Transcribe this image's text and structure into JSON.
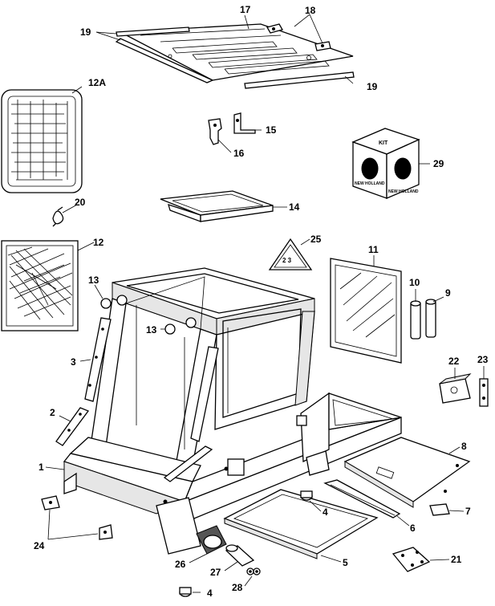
{
  "callouts": {
    "c17": "17",
    "c18": "18",
    "c19a": "19",
    "c19b": "19",
    "c12a": "12A",
    "c15": "15",
    "c16": "16",
    "c29": "29",
    "c20": "20",
    "c14": "14",
    "c12": "12",
    "c25": "25",
    "c11": "11",
    "c13a": "13",
    "c13b": "13",
    "c10": "10",
    "c9": "9",
    "c3": "3",
    "c22": "22",
    "c23": "23",
    "c2": "2",
    "c8": "8",
    "c1": "1",
    "c4a": "4",
    "c7": "7",
    "c6": "6",
    "c24": "24",
    "c21": "21",
    "c5": "5",
    "c26": "26",
    "c27": "27",
    "c28": "28",
    "c4b": "4"
  },
  "kit_box": {
    "title": "KIT",
    "brand": "NEW HOLLAND"
  },
  "warning_sign": {
    "text": "2 3"
  }
}
